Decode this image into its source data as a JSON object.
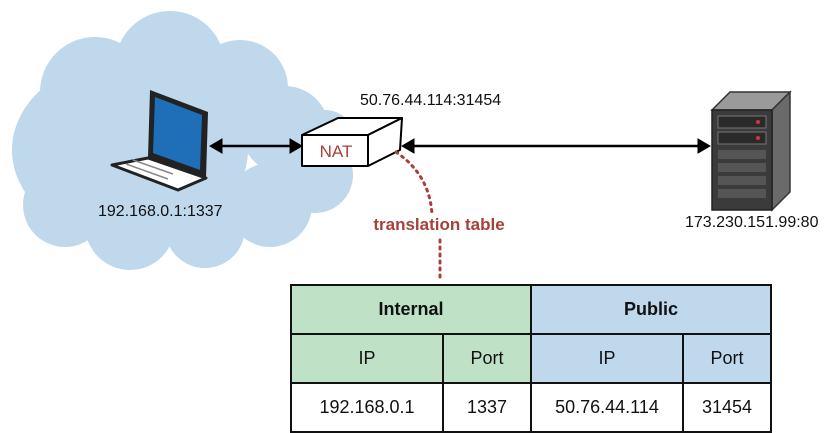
{
  "labels": {
    "laptop_addr": "192.168.0.1:1337",
    "nat_public_addr": "50.76.44.114:31454",
    "server_addr": "173.230.151.99:80",
    "nat": "NAT",
    "translation_table": "translation table"
  },
  "table": {
    "groups": [
      "Internal",
      "Public"
    ],
    "columns": [
      "IP",
      "Port",
      "IP",
      "Port"
    ],
    "rows": [
      [
        "192.168.0.1",
        "1337",
        "50.76.44.114",
        "31454"
      ]
    ]
  },
  "colors": {
    "cloud": "#bfd8ec",
    "internal_header": "#bfe1c6",
    "public_header": "#bfd8ec",
    "accent_red": "#a8403a",
    "laptop_screen": "#1f6fb8"
  },
  "icons": [
    "laptop-icon",
    "nat-box-icon",
    "server-icon",
    "cloud-shape"
  ]
}
